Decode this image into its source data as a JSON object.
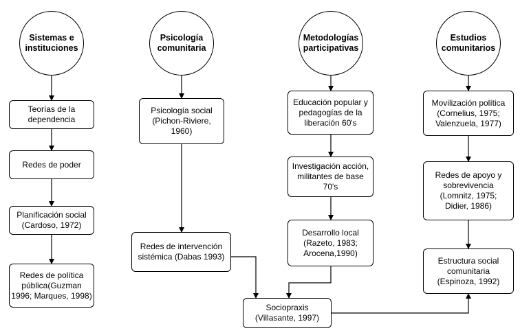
{
  "columns": [
    {
      "header": "Sistemas e\ninstituciones",
      "items": [
        "Teorías de la\ndependencia",
        "Redes de poder",
        "Planificación social\n(Cardoso, 1972)",
        "Redes de política\npública(Guzman\n1996; Marques, 1998)"
      ]
    },
    {
      "header": "Psicología\ncomunitaria",
      "items": [
        "Psicología social\n(Pichon-Riviere,\n1960)",
        "Redes de intervención\nsistémica (Dabas 1993)"
      ]
    },
    {
      "header": "Metodologías\nparticipativas",
      "items": [
        "Educación popular y\npedagogías de la\nliberación 60's",
        "Investigación acción,\nmilitantes de base\n70's",
        "Desarrollo local\n(Razeto, 1983;\nArocena,1990)"
      ]
    },
    {
      "header": "Estudios\ncomunitarios",
      "items": [
        "Movilización política\n(Cornelius, 1975;\nValenzuela, 1977)",
        "Redes de apoyo y\nsobrevivencia\n(Lomnitz, 1975;\nDidier, 1986)",
        "Estructura social\ncomunitaria\n(Espinoza, 1992)"
      ]
    }
  ],
  "center": "Sociopraxis\n(Villasante, 1997)"
}
